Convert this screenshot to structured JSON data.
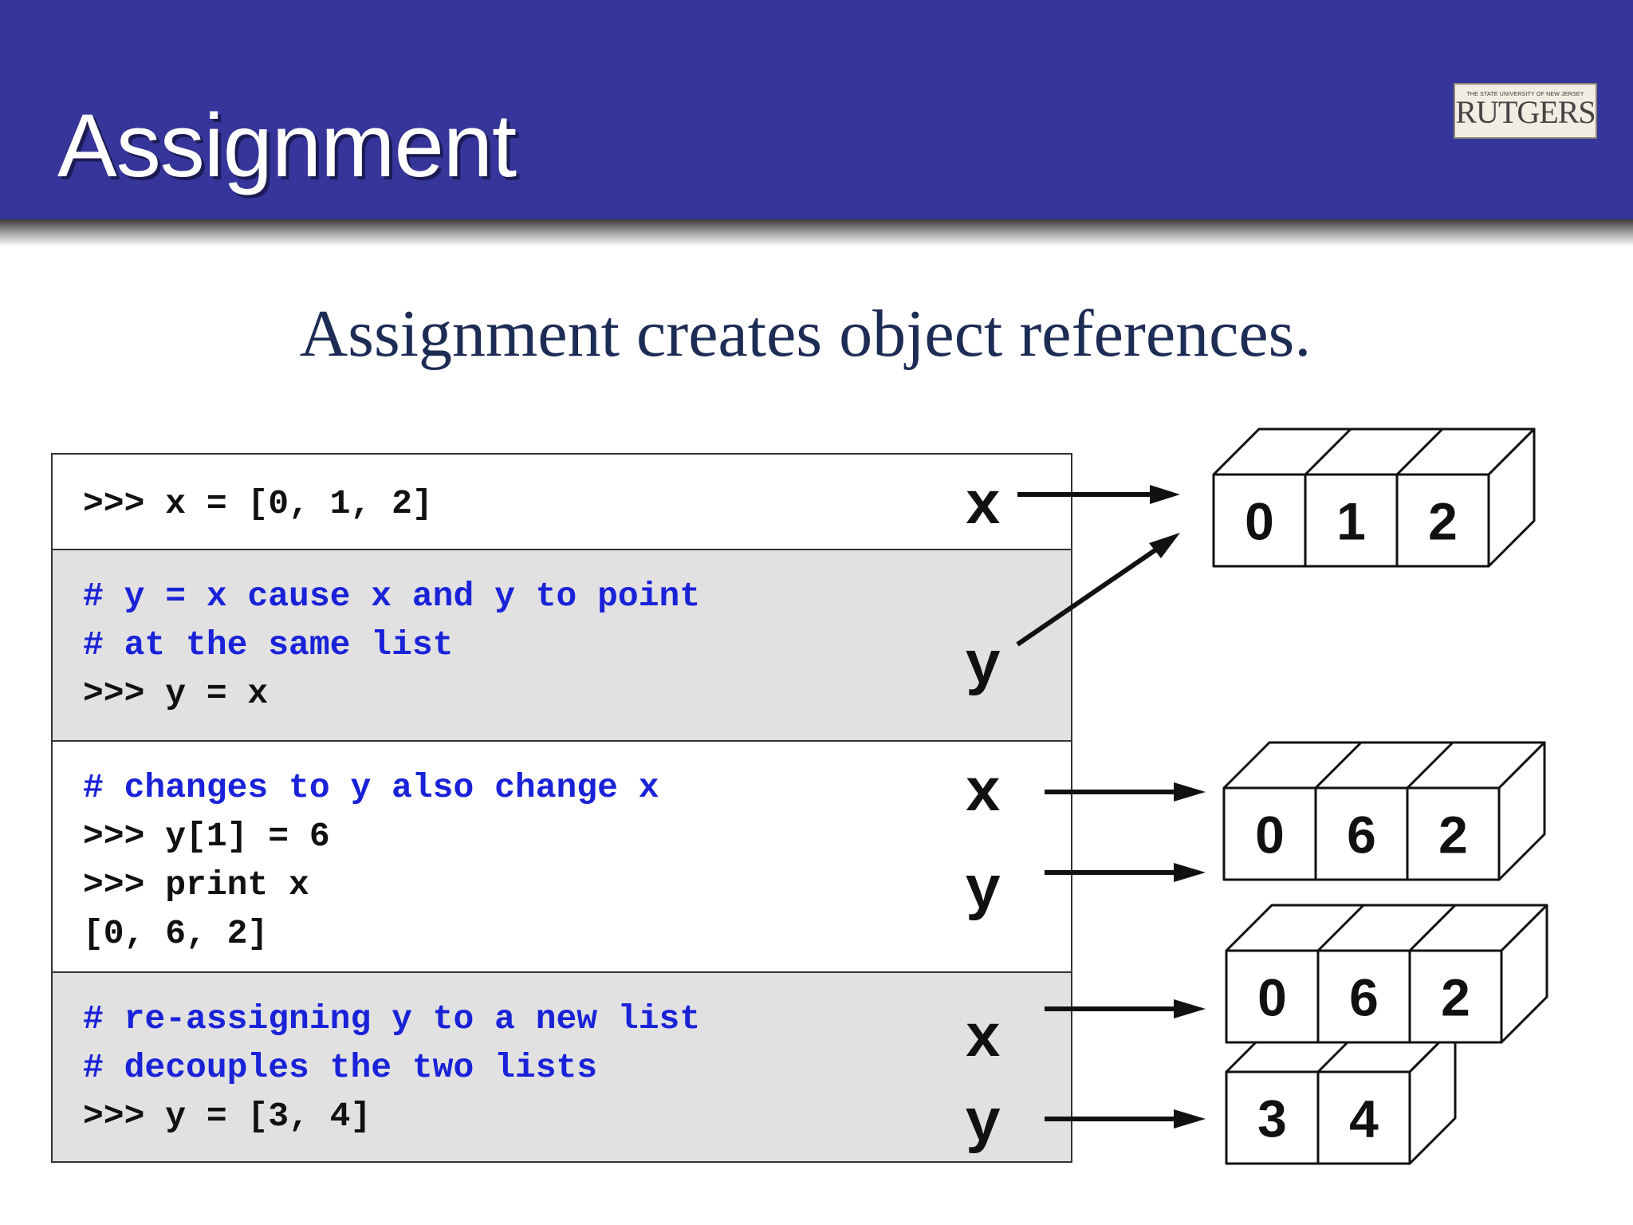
{
  "header": {
    "title": "Assignment",
    "logo_top": "THE STATE UNIVERSITY OF NEW JERSEY",
    "logo_main": "RUTGERS"
  },
  "subtitle": "Assignment creates object references.",
  "rows": [
    {
      "lines": [
        ">>> x = [0, 1, 2]"
      ],
      "vars": [
        "x"
      ]
    },
    {
      "lines": [
        "# y = x cause x and y to point",
        "# at the same list",
        ">>> y = x"
      ],
      "vars": [
        "y"
      ]
    },
    {
      "lines": [
        "# changes to y also change x",
        ">>> y[1] = 6",
        ">>> print x",
        "[0, 6, 2]"
      ],
      "vars": [
        "x",
        "y"
      ]
    },
    {
      "lines": [
        "# re-assigning y to a new list",
        "# decouples the two lists",
        ">>> y = [3, 4]"
      ],
      "vars": [
        "x",
        "y"
      ]
    }
  ],
  "lists": [
    {
      "values": [
        "0",
        "1",
        "2"
      ]
    },
    {
      "values": [
        "0",
        "6",
        "2"
      ]
    },
    {
      "values": [
        "0",
        "6",
        "2"
      ]
    },
    {
      "values": [
        "3",
        "4"
      ]
    }
  ]
}
